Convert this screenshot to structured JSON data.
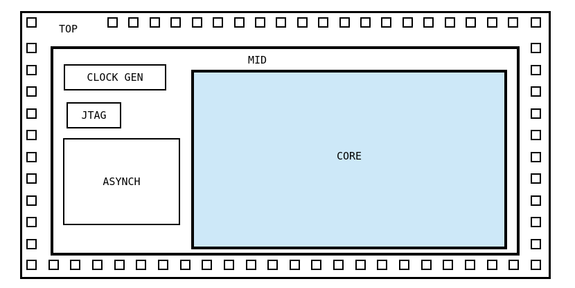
{
  "diagram": {
    "top": {
      "label": "TOP"
    },
    "mid": {
      "label": "MID"
    },
    "blocks": [
      {
        "id": "clock-gen",
        "label": "CLOCK GEN"
      },
      {
        "id": "jtag",
        "label": "JTAG"
      },
      {
        "id": "asynch",
        "label": "ASYNCH"
      }
    ],
    "core": {
      "label": "CORE"
    },
    "io_pads": {
      "top_row": 20,
      "bottom_row": 24,
      "left_column": 10,
      "right_column": 10
    }
  },
  "colors": {
    "outline": "#000000",
    "background": "#ffffff",
    "core_fill": "#cde8f8"
  }
}
